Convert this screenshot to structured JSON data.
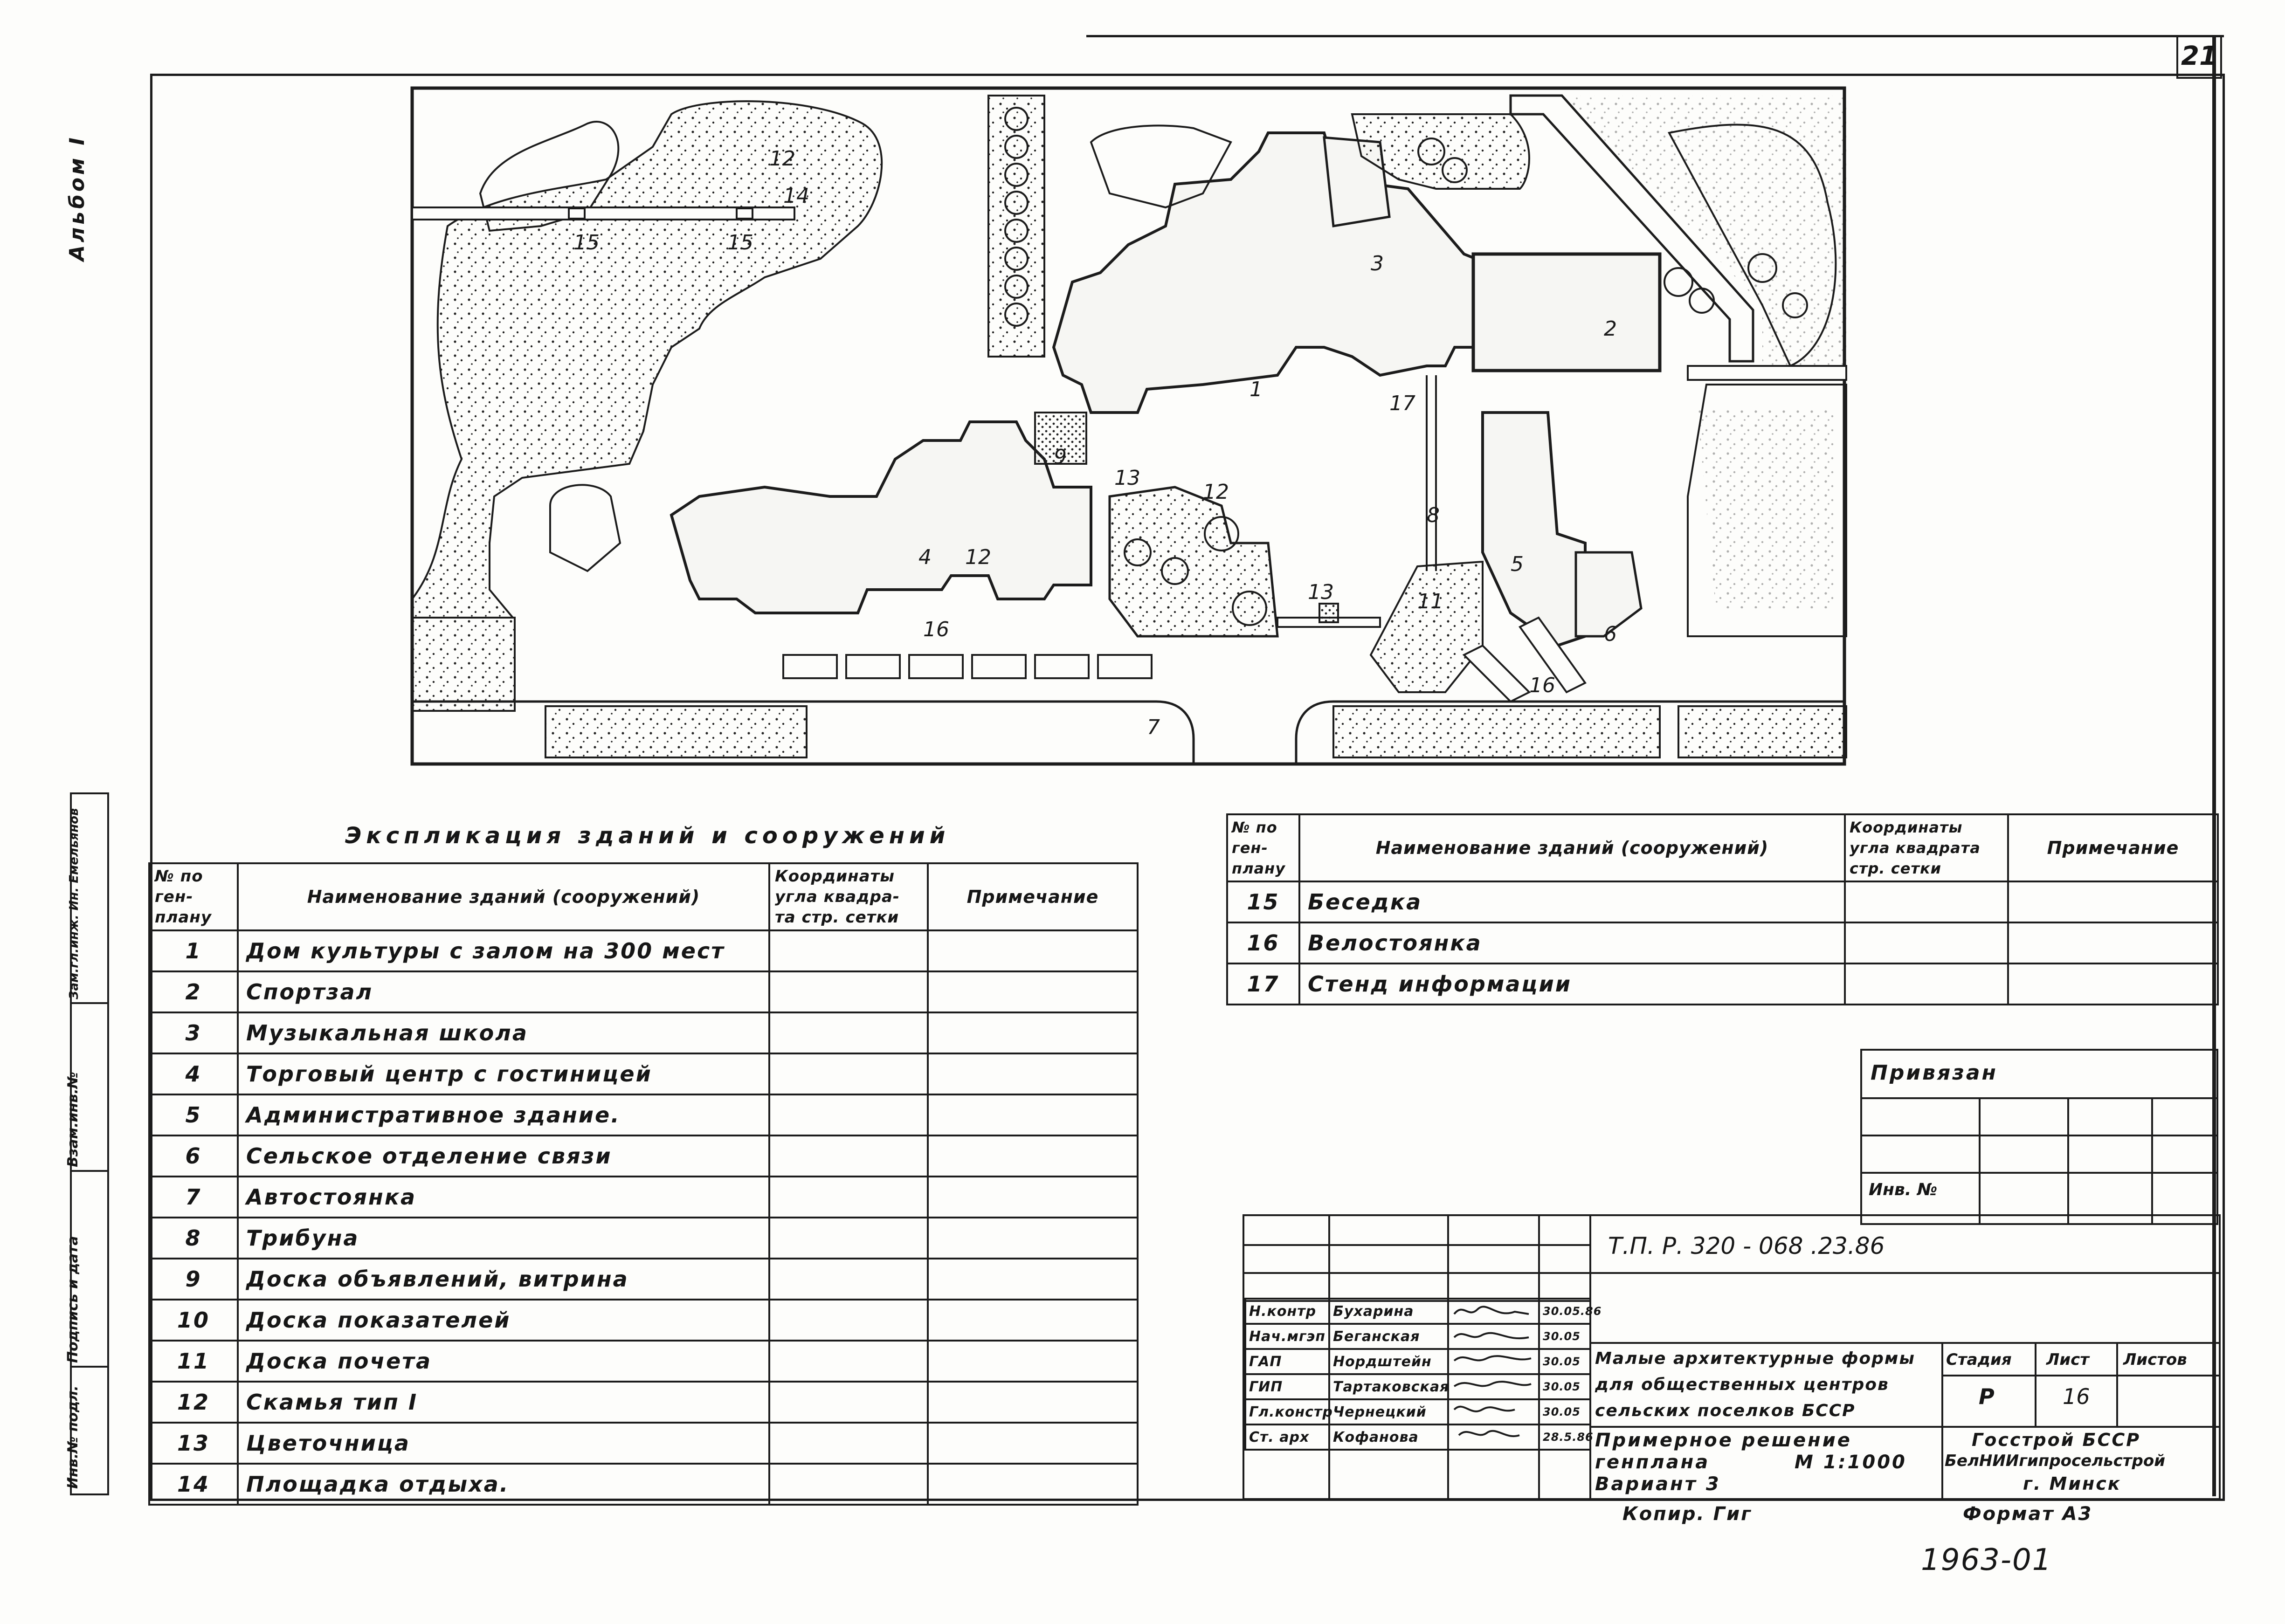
{
  "sheet": {
    "page_number": "21",
    "album_label": "Альбом I",
    "corner_bottom_number": "1963-01",
    "format_label": "Формат А3",
    "copied_label": "Копир. Гиг"
  },
  "side_stamp": {
    "cells": [
      "Инв.№ подл.",
      "Подпись и дата",
      "Взам.инв.№",
      "Зам.гл.инж. Ин. Емельянов"
    ]
  },
  "site_plan": {
    "labels": [
      "1",
      "2",
      "3",
      "4",
      "5",
      "6",
      "7",
      "8",
      "9",
      "11",
      "12",
      "12",
      "12",
      "13",
      "13",
      "14",
      "15",
      "15",
      "16",
      "16",
      "17"
    ]
  },
  "explication": {
    "title": "Экспликация зданий и сооружений",
    "headers": [
      "№ по ген- плану",
      "Наименование зданий (сооружений)",
      "Координаты угла квадра- та стр. сетки",
      "Примечание"
    ],
    "rows": [
      {
        "no": "1",
        "name": "Дом культуры с залом на 300 мест"
      },
      {
        "no": "2",
        "name": "Спортзал"
      },
      {
        "no": "3",
        "name": "Музыкальная  школа"
      },
      {
        "no": "4",
        "name": "Торговый центр с гостиницей"
      },
      {
        "no": "5",
        "name": "Административное здание."
      },
      {
        "no": "6",
        "name": "Сельское отделение связи"
      },
      {
        "no": "7",
        "name": "Автостоянка"
      },
      {
        "no": "8",
        "name": "Трибуна"
      },
      {
        "no": "9",
        "name": "Доска объявлений, витрина"
      },
      {
        "no": "10",
        "name": "Доска показателей"
      },
      {
        "no": "11",
        "name": "Доска почета"
      },
      {
        "no": "12",
        "name": "Скамья  тип I"
      },
      {
        "no": "13",
        "name": "Цветочница"
      },
      {
        "no": "14",
        "name": "Площадка отдыха."
      }
    ]
  },
  "explication2": {
    "headers": [
      "№ по ген- плану",
      "Наименование зданий (сооружений)",
      "Координаты угла квадрата стр. сетки",
      "Примечание"
    ],
    "rows": [
      {
        "no": "15",
        "name": "Беседка"
      },
      {
        "no": "16",
        "name": "Велостоянка"
      },
      {
        "no": "17",
        "name": "Стенд  информации"
      }
    ]
  },
  "binding": {
    "title": "Привязан",
    "inv_label": "Инв. №"
  },
  "title_block": {
    "doc_code": "Т.П. Р. 320 - 068 .23.86",
    "signatures": [
      {
        "role": "Н.контр",
        "name": "Бухарина",
        "date": "30.05.86"
      },
      {
        "role": "Нач.мгэп",
        "name": "Беганская",
        "date": "30.05"
      },
      {
        "role": "ГАП",
        "name": "Нордштейн",
        "date": "30.05"
      },
      {
        "role": "ГИП",
        "name": "Тартаковская",
        "date": "30.05"
      },
      {
        "role": "Гл.констр",
        "name": "Чернецкий",
        "date": "30.05"
      },
      {
        "role": "Ст. арх",
        "name": "Кофанова",
        "date": "28.5.86"
      }
    ],
    "project_title": "Малые архитектурные формы для общественных центров сельских поселков БССР",
    "stage_header": "Стадия",
    "sheet_header": "Лист",
    "sheets_header": "Листов",
    "stage_value": "Р",
    "sheet_value": "16",
    "drawing_title_1": "Примерное решение",
    "drawing_title_2": "генплана",
    "scale": "М 1:1000",
    "drawing_title_3": "Вариант 3",
    "org_1": "Госстрой БССР",
    "org_2": "БелНИИгипросельстрой",
    "org_3": "г. Минск"
  },
  "colors": {
    "ink": "#1c1c1c",
    "paper": "#fdfdfb",
    "fill": "#e9e9e6"
  }
}
